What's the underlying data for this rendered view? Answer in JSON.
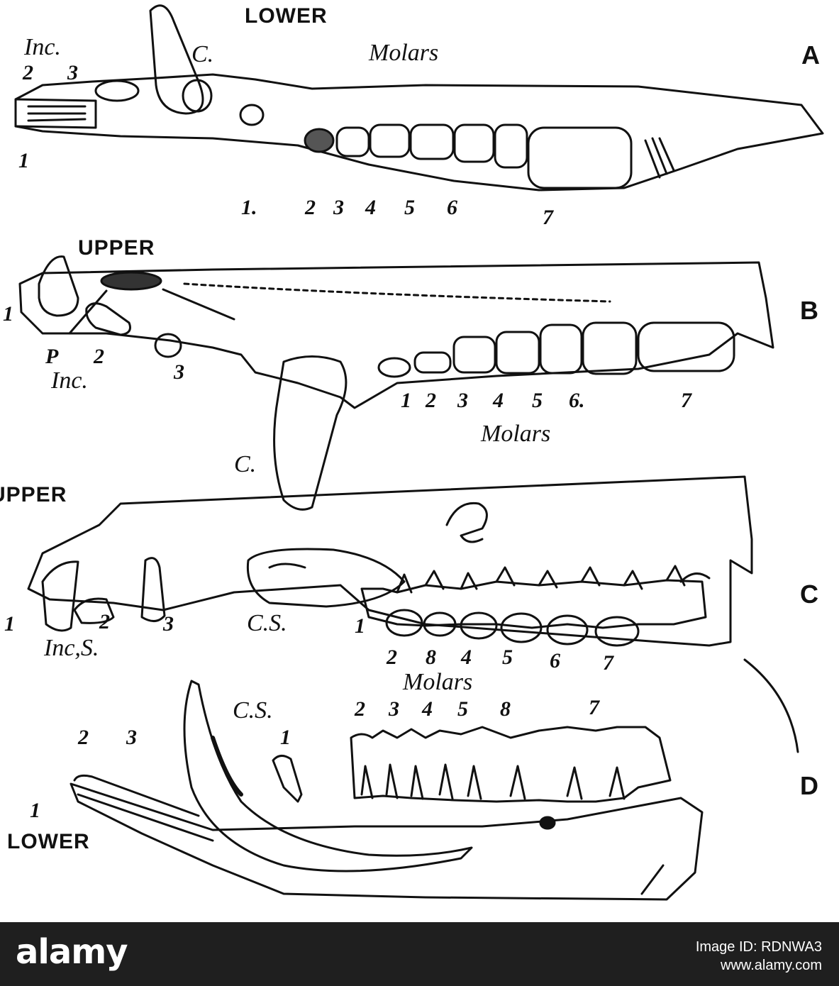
{
  "figure": {
    "panel_a": {
      "letter": "A",
      "jaw_label": "LOWER",
      "incisor_label": "Inc.",
      "incisor_numbers": [
        "2",
        "3",
        "1"
      ],
      "canine_label": "C.",
      "molars_label": "Molars",
      "molar_numbers": [
        "1.",
        "2",
        "3",
        "4",
        "5",
        "6",
        "7"
      ]
    },
    "panel_b": {
      "letter": "B",
      "jaw_label": "UPPER",
      "incisor_label": "Inc.",
      "incisor_numbers": [
        "1",
        "2",
        "3"
      ],
      "p_label": "P",
      "canine_label": "C.",
      "molars_label": "Molars",
      "molar_numbers": [
        "1",
        "2",
        "3",
        "4",
        "5",
        "6.",
        "7"
      ]
    },
    "panel_c": {
      "letter": "C",
      "jaw_label": "UPPER",
      "incisor_label": "Inc,S.",
      "incisor_numbers": [
        "1",
        "2",
        "3"
      ],
      "canine_label": "C.S.",
      "molar_numbers": [
        "1",
        "2",
        "8",
        "4",
        "5",
        "6",
        "7"
      ],
      "molars_label": "Molars"
    },
    "panel_d": {
      "letter": "D",
      "jaw_label": "LOWER",
      "canine_label": "C.S.",
      "incisor_numbers": [
        "2",
        "3",
        "1"
      ],
      "molar_numbers": [
        "1",
        "2",
        "3",
        "4",
        "5",
        "8",
        "7"
      ]
    }
  },
  "watermark": {
    "logo": "alamy",
    "image_id": "Image ID: RDNWA3",
    "site": "www.alamy.com"
  }
}
